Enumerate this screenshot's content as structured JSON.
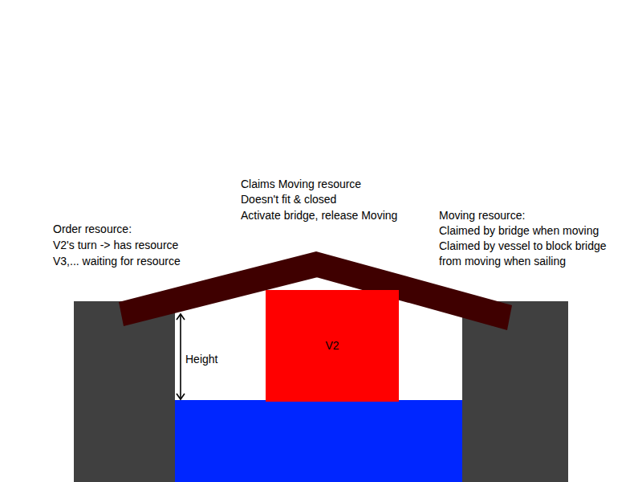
{
  "diagram": {
    "nodes": [
      {
        "text": [
          "V2"
        ]
      }
    ],
    "labels": [
      "Claims Moving resource",
      "Doesn't fit & closed",
      "Activate bridge, release Moving",
      "Moving resource:",
      "Claimed by bridge when moving",
      "Claimed by vessel to block bridge from moving when sailing",
      "Order resource:",
      "V2's turn -> has resource",
      "V3,... waiting for resource",
      "Height"
    ]
  }
}
